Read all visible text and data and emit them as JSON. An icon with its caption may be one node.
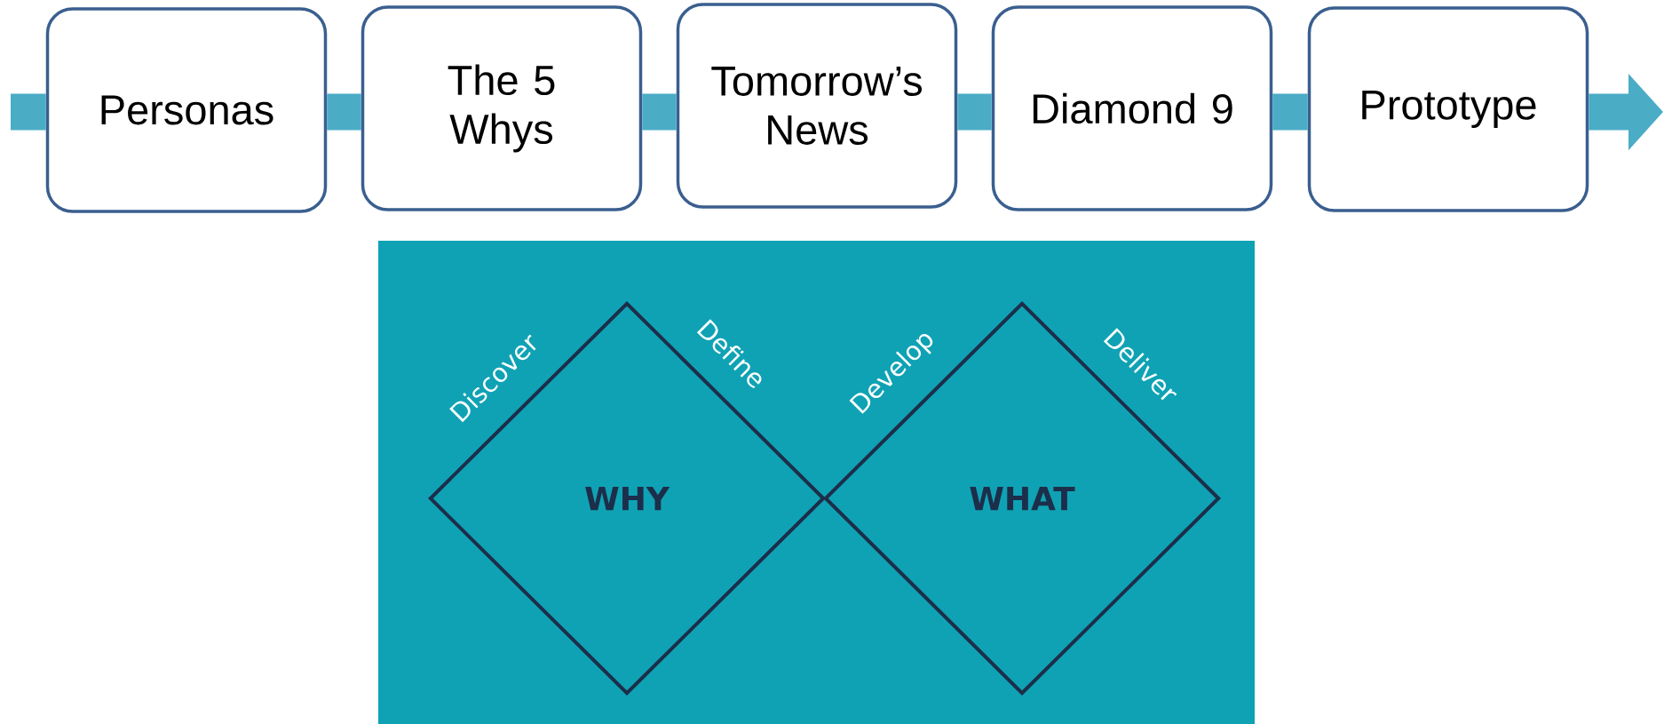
{
  "diagram": {
    "nodes": [
      {
        "text": [
          "Personas"
        ]
      },
      {
        "text": [
          "The 5 Whys"
        ]
      },
      {
        "text": [
          "Tomorrow’s News"
        ]
      },
      {
        "text": [
          "Diamond 9"
        ]
      },
      {
        "text": [
          "Prototype"
        ]
      },
      {
        "text": [],
        "shape": "box"
      },
      {
        "text": [
          "WHY"
        ],
        "in": 5,
        "beside": [
          "Discover",
          "Define"
        ]
      },
      {
        "text": [
          "WHAT"
        ],
        "in": 5,
        "beside": [
          "Develop",
          "Deliver"
        ]
      }
    ],
    "edges": [
      {
        "from": null,
        "to": 0,
        "arrow": "none"
      },
      {
        "from": 0,
        "to": 1,
        "arrow": "none"
      },
      {
        "from": 1,
        "to": 2,
        "arrow": "none"
      },
      {
        "from": 2,
        "to": 3,
        "arrow": "none"
      },
      {
        "from": 3,
        "to": 4,
        "arrow": "none"
      },
      {
        "from": 4,
        "to": null,
        "arrow": "to"
      }
    ]
  }
}
